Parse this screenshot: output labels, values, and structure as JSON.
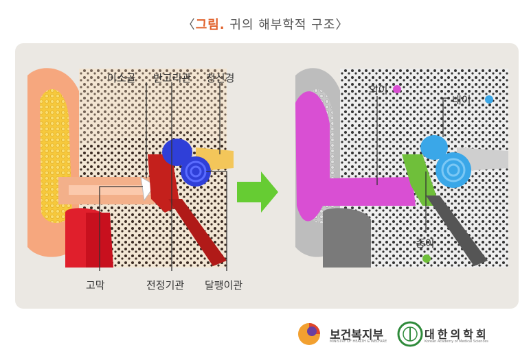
{
  "title": {
    "open": "〈",
    "highlight": "그림.",
    "rest": " 귀의 해부학적 구조",
    "close": "〉"
  },
  "left_labels": {
    "ossicles": "이소골",
    "semicircular": "반고리관",
    "auditory_nerve": "청신경",
    "eardrum": "고막",
    "vestibule": "전정기관",
    "cochlea": "달팽이관"
  },
  "right_labels": {
    "outer_ear": "외이",
    "inner_ear": "내이",
    "middle_ear": "중이"
  },
  "colors": {
    "outer_ear": "#d94fd3",
    "inner_ear": "#3aa7e8",
    "middle_ear": "#6fbf3a",
    "arrow": "#66cc33"
  },
  "logos": {
    "ministry": "보건복지부",
    "ministry_sub": "MINISTRY OF HEALTH & WELFARE",
    "academy": "대한의학회",
    "academy_sub": "Korean Academy of Medical Sciences"
  }
}
